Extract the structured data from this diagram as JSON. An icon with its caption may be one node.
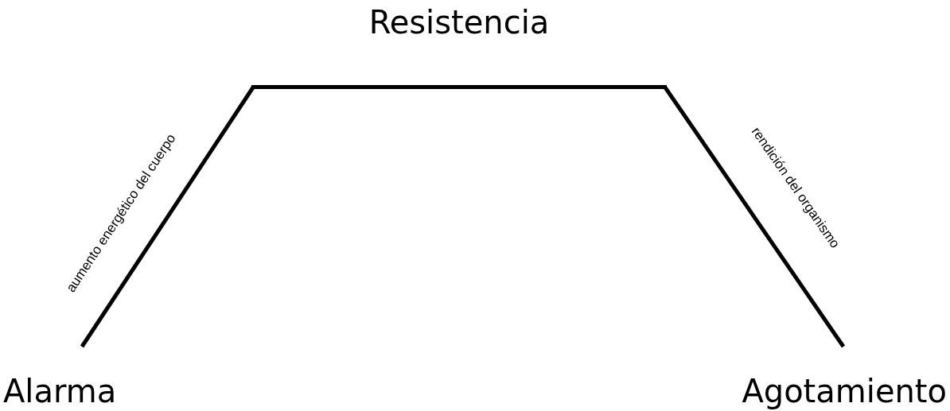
{
  "diagram": {
    "nodes": [
      {
        "text": [
          "Resistencia"
        ]
      },
      {
        "text": [
          "Alarma"
        ]
      },
      {
        "text": [
          "Agotamiento"
        ]
      }
    ],
    "edges": [
      {
        "from": 1,
        "to": 0,
        "arrow": "none",
        "label": "aumento energético del cuerpo"
      },
      {
        "from": 0,
        "to": 2,
        "arrow": "none",
        "label": "rendición del organismo"
      }
    ]
  }
}
